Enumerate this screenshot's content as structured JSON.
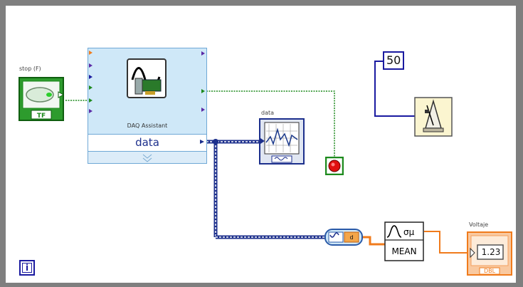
{
  "stop_control": {
    "label": "stop (F)",
    "type_text": "TF"
  },
  "daq_assistant": {
    "title": "DAQ Assistant",
    "output_label": "data"
  },
  "graph_indicator": {
    "label": "data"
  },
  "wait_constant": {
    "value": "50"
  },
  "mean_function": {
    "label": "MEAN",
    "glyph": "σμ"
  },
  "convert_node": {
    "glyph": "d"
  },
  "voltage_indicator": {
    "label": "Voltaje",
    "value": "1.23",
    "type_text": "DBL"
  },
  "loop_condition": {},
  "iteration_terminal": {
    "text": "i"
  },
  "colors": {
    "boolean_green": "#1d8a1d",
    "numeric_blue": "#1a1aa0",
    "dynamic_data": "#1c2f8c",
    "dbl_orange": "#f07b1c",
    "express_blue": "#cfe8f8"
  }
}
